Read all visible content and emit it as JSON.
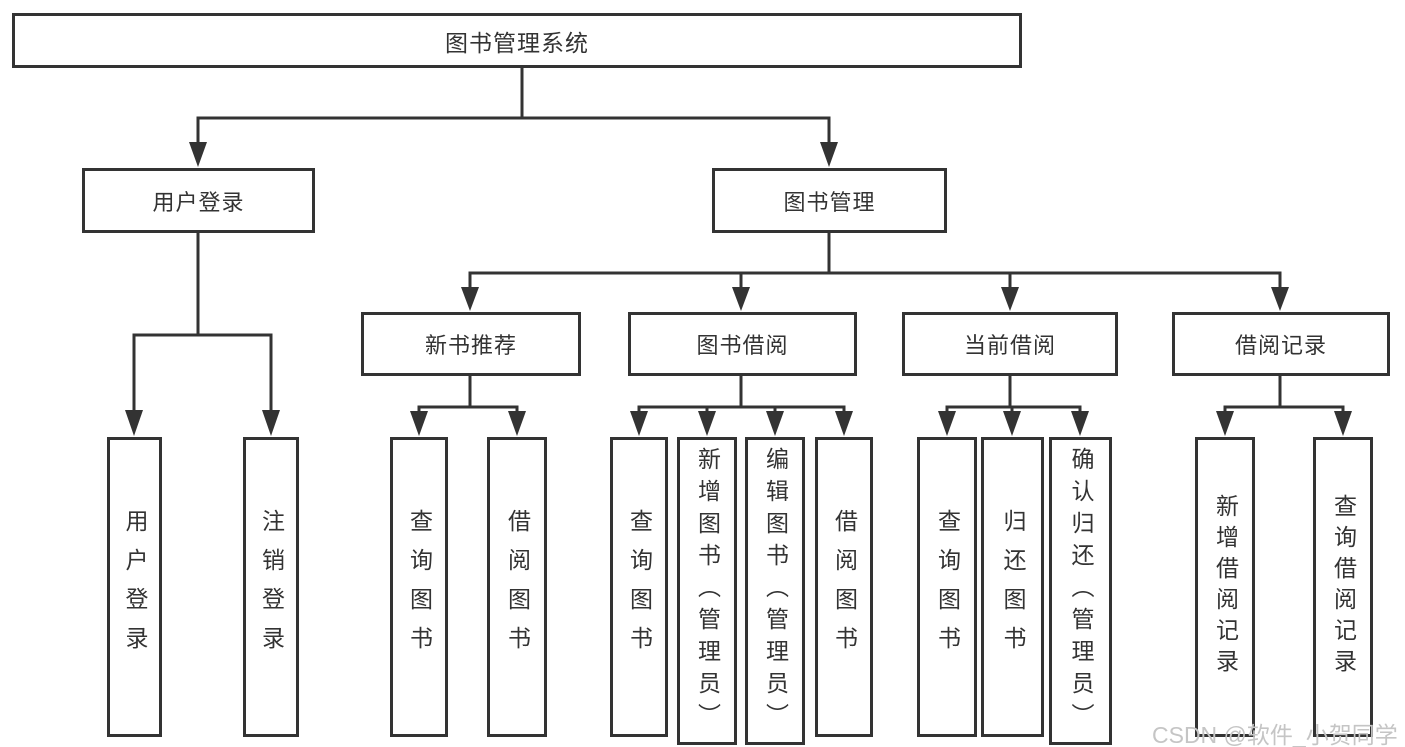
{
  "diagram": {
    "root": {
      "label": "图书管理系统"
    },
    "children": [
      {
        "label": "用户登录",
        "children": [
          {
            "label": "用户登录"
          },
          {
            "label": "注销登录"
          }
        ]
      },
      {
        "label": "图书管理",
        "children": [
          {
            "label": "新书推荐",
            "children": [
              {
                "label": "查询图书"
              },
              {
                "label": "借阅图书"
              }
            ]
          },
          {
            "label": "图书借阅",
            "children": [
              {
                "label": "查询图书"
              },
              {
                "label": "新增图书（管理员）"
              },
              {
                "label": "编辑图书（管理员）"
              },
              {
                "label": "借阅图书"
              }
            ]
          },
          {
            "label": "当前借阅",
            "children": [
              {
                "label": "查询图书"
              },
              {
                "label": "归还图书"
              },
              {
                "label": "确认归还（管理员）"
              }
            ]
          },
          {
            "label": "借阅记录",
            "children": [
              {
                "label": "新增借阅记录"
              },
              {
                "label": "查询借阅记录"
              }
            ]
          }
        ]
      }
    ]
  },
  "watermark": {
    "text": "CSDN @软件_小贺同学"
  },
  "colors": {
    "line": "#333333",
    "text": "#333333",
    "background": "#ffffff",
    "watermark": "#c5c5c5"
  }
}
